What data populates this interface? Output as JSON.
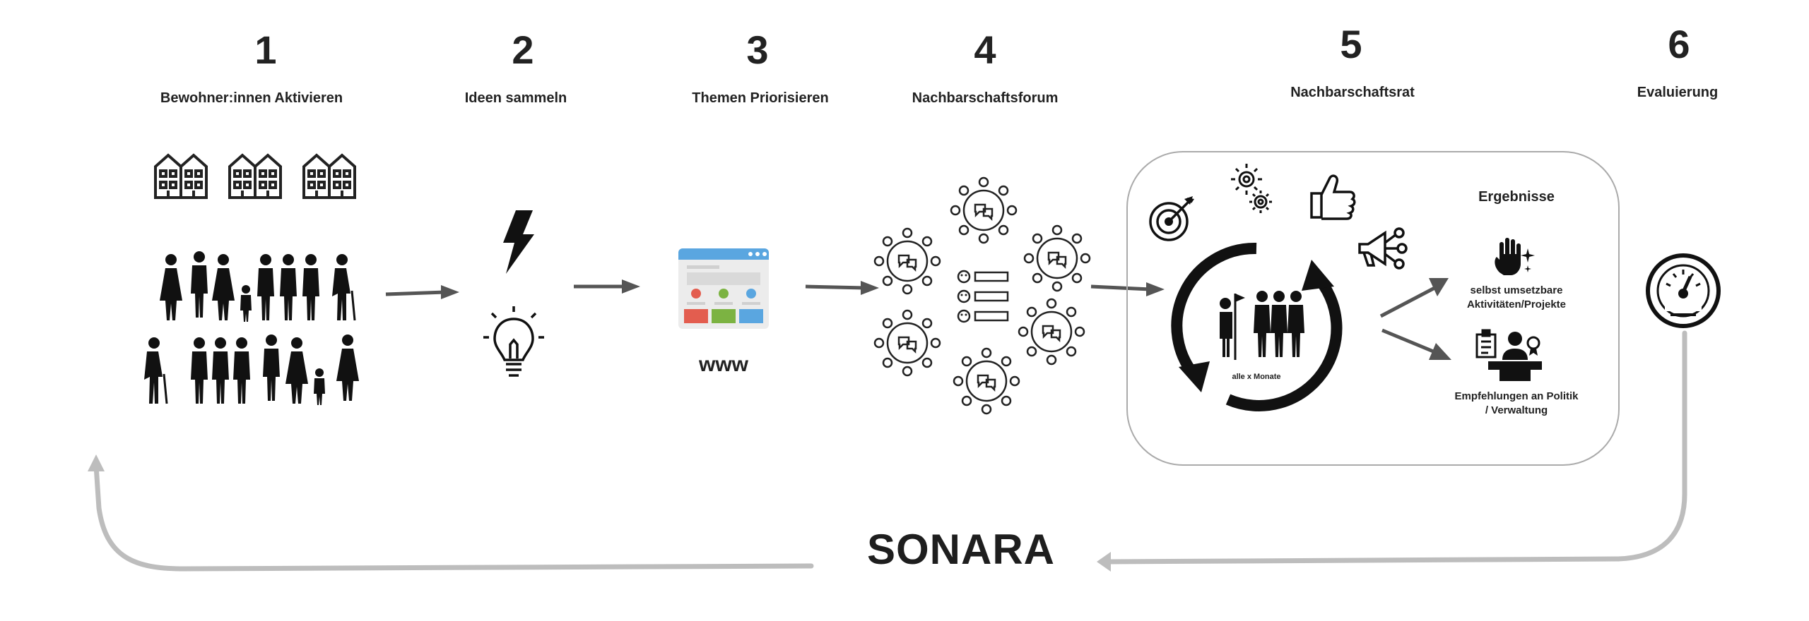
{
  "steps": [
    {
      "number": "1",
      "title": "Bewohner:innen Aktivieren"
    },
    {
      "number": "2",
      "title": "Ideen sammeln"
    },
    {
      "number": "3",
      "title": "Themen Priorisieren"
    },
    {
      "number": "4",
      "title": "Nachbarschaftsforum"
    },
    {
      "number": "5",
      "title": "Nachbarschaftsrat"
    },
    {
      "number": "6",
      "title": "Evaluierung"
    }
  ],
  "website_label": "www",
  "council": {
    "cycle_label": "alle x Monate",
    "results_heading": "Ergebnisse",
    "result_1": "selbst umsetzbare Aktivitäten/Projekte",
    "result_2": "Empfehlungen an Politik / Verwaltung"
  },
  "brand": "SONARA",
  "icons": [
    "houses-icon",
    "people-group-icon",
    "lightning-icon",
    "lightbulb-icon",
    "browser-icon",
    "round-table-icon",
    "voting-list-icon",
    "target-icon",
    "gears-icon",
    "thumbs-up-icon",
    "megaphone-icon",
    "cycle-arrows-icon",
    "hand-icon",
    "speaker-podium-icon",
    "gauge-icon"
  ],
  "colors": {
    "text": "#222222",
    "arrow": "#555555",
    "loop": "#bdbdbd",
    "browser_blue": "#5aa6e0",
    "browser_red": "#e35d4f",
    "browser_green": "#7cb342"
  }
}
